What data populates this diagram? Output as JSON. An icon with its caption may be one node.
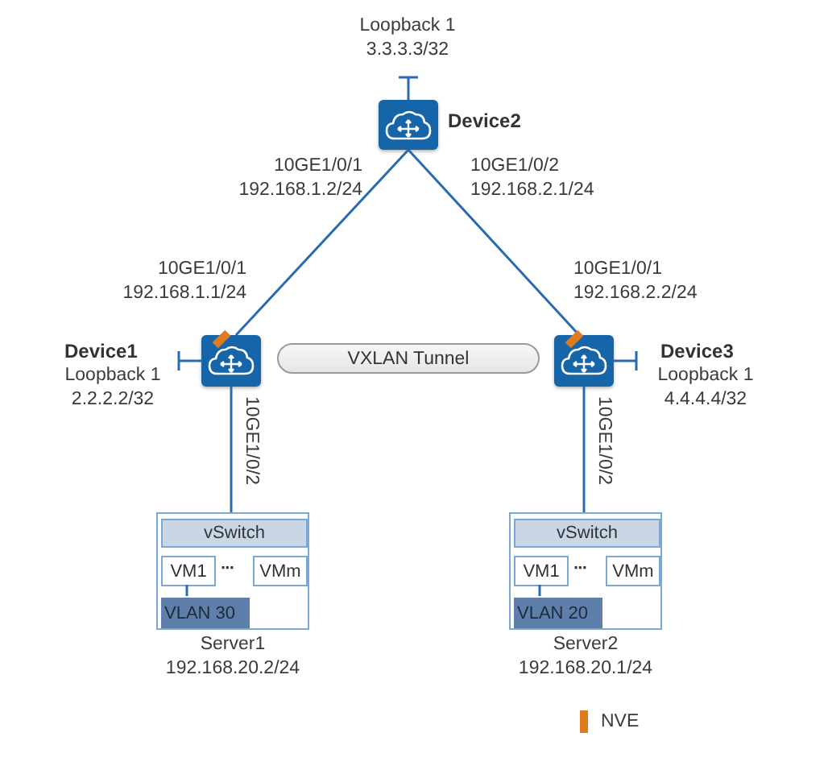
{
  "diagram": {
    "nodes": [
      {
        "text": [
          "Device2"
        ],
        "beside": [
          "Loopback 1 3.3.3.3/32"
        ]
      },
      {
        "text": [
          "Device1"
        ],
        "beside": [
          "Loopback 1 2.2.2.2/32"
        ]
      },
      {
        "text": [
          "Device3"
        ],
        "beside": [
          "Loopback 1 4.4.4.4/32"
        ]
      },
      {
        "text": [
          "VXLAN Tunnel"
        ]
      },
      {
        "text": [
          "Server1 192.168.20.2/24"
        ]
      },
      {
        "text": [
          "vSwitch"
        ],
        "in": 4
      },
      {
        "text": [
          "VM1"
        ],
        "in": 4
      },
      {
        "text": [
          "VMm"
        ],
        "in": 4
      },
      {
        "text": [
          "VLAN 30"
        ],
        "in": 4
      },
      {
        "text": [
          "Server2 192.168.20.1/24"
        ]
      },
      {
        "text": [
          "vSwitch"
        ],
        "in": 9
      },
      {
        "text": [
          "VM1"
        ],
        "in": 9
      },
      {
        "text": [
          "VMm"
        ],
        "in": 9
      },
      {
        "text": [
          "VLAN 20"
        ],
        "in": 9
      }
    ],
    "edges": [
      {
        "from": 0,
        "to": 1,
        "arrow": "none"
      },
      {
        "from": 0,
        "to": 2,
        "arrow": "none"
      },
      {
        "from": 1,
        "to": 4,
        "arrow": "none"
      },
      {
        "from": 2,
        "to": 9,
        "arrow": "none"
      },
      {
        "from": 6,
        "to": 8,
        "arrow": "none"
      },
      {
        "from": 11,
        "to": 13,
        "arrow": "none"
      }
    ],
    "labels": [
      "10GE1/0/1 192.168.1.2/24",
      "10GE1/0/2 192.168.2.1/24",
      "10GE1/0/1 192.168.1.1/24",
      "10GE1/0/1 192.168.2.2/24",
      "10GE1/0/2",
      "10GE1/0/2",
      "···",
      "···"
    ],
    "legend": [
      {
        "text": "NVE",
        "color": "#e07a1f"
      }
    ]
  }
}
